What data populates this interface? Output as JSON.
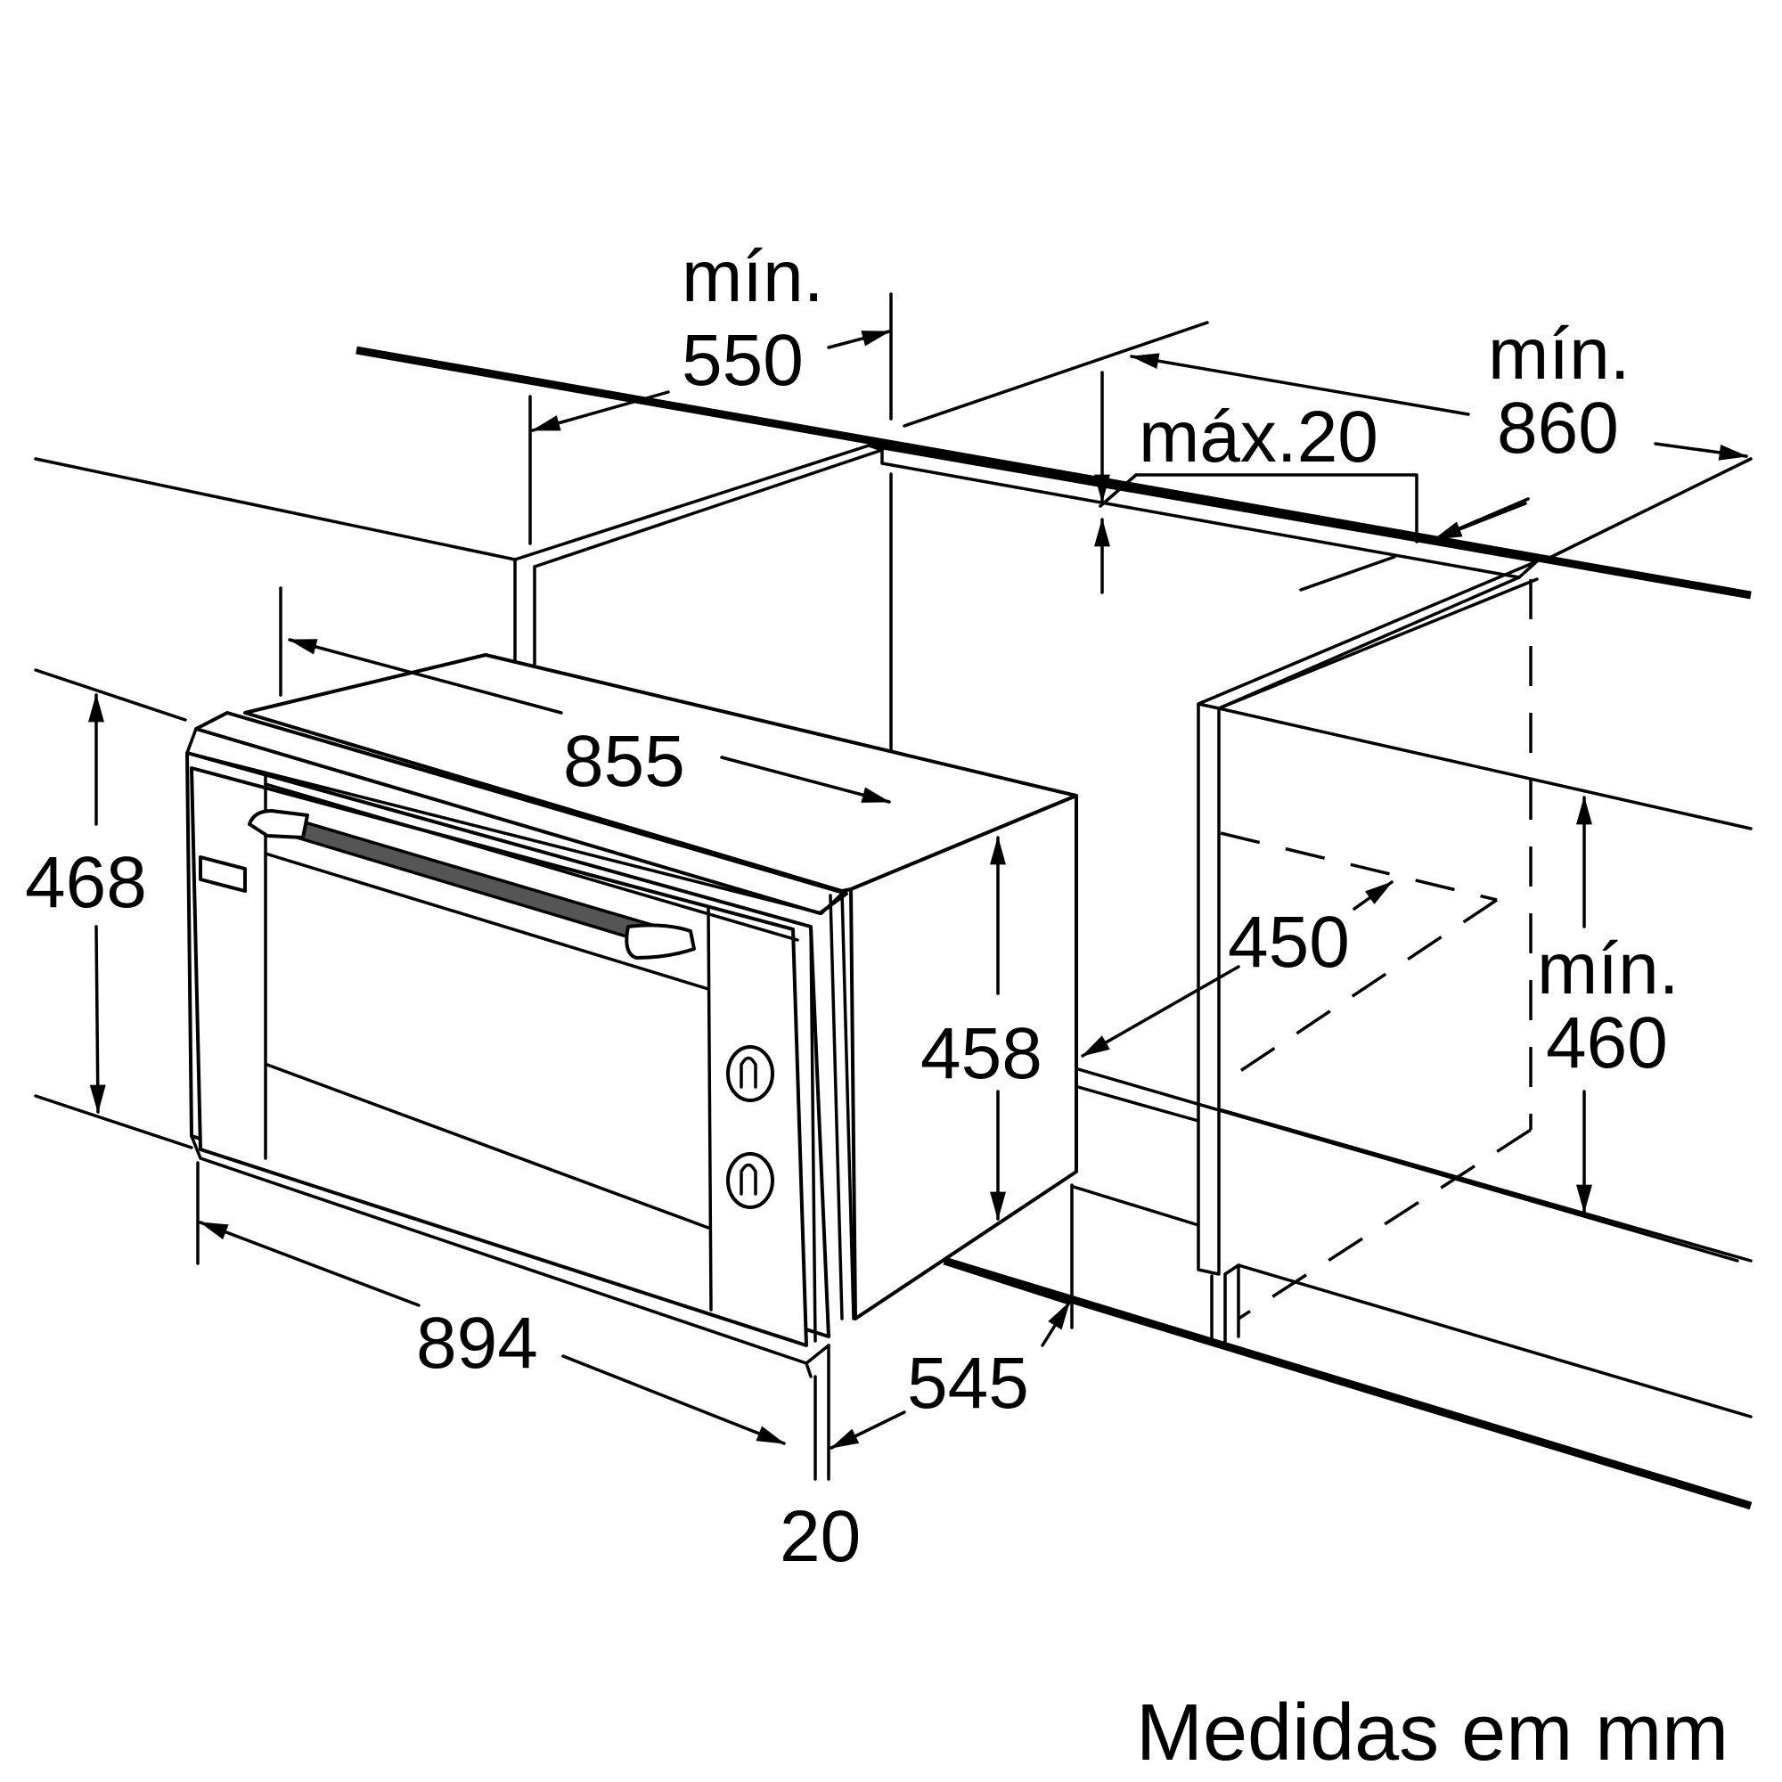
{
  "labels": {
    "min_550_a": "mín.",
    "min_550_b": "550",
    "min_860_a": "mín.",
    "min_860_b": "860",
    "max_20": "máx.20",
    "d855": "855",
    "d468": "468",
    "d458": "458",
    "d450": "450",
    "min_460_a": "mín.",
    "min_460_b": "460",
    "d894": "894",
    "d545": "545",
    "d20": "20",
    "units_note": "Medidas em mm"
  }
}
